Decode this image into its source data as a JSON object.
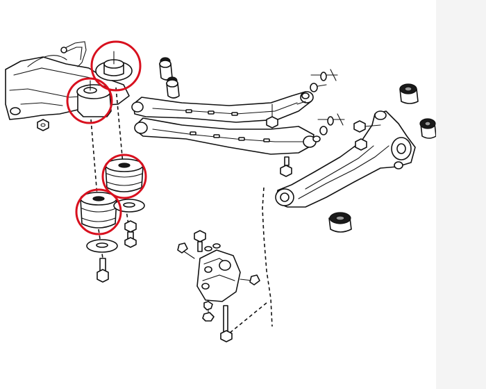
{
  "figure": {
    "background": "#ffffff",
    "side_panel_color": "#f4f4f4",
    "highlight_color": "#d8101e",
    "line_color": "#111111",
    "highlighted_parts": [
      "subframe-upper-bushing-rear",
      "subframe-upper-bushing-front",
      "subframe-lower-bushing-rear",
      "subframe-lower-bushing-front"
    ]
  }
}
